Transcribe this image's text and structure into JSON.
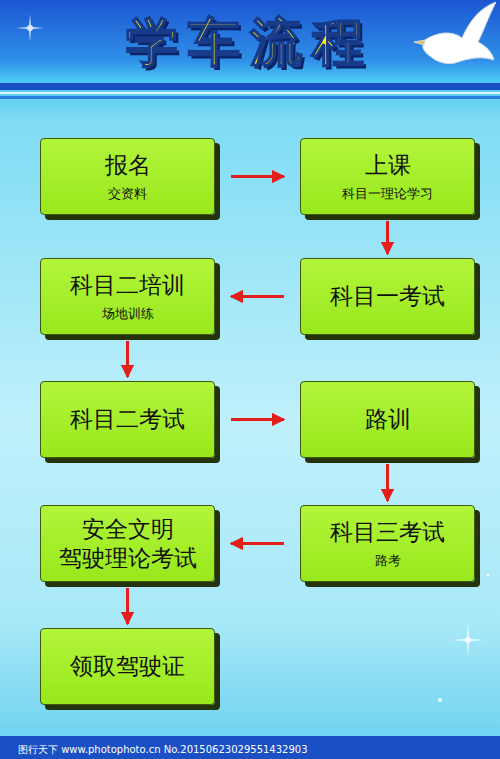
{
  "diagram": {
    "title": "学车流程",
    "nodes": [
      {
        "text": [
          "报名",
          "交资料"
        ]
      },
      {
        "text": [
          "上课",
          "科目一理论学习"
        ]
      },
      {
        "text": [
          "科目二培训",
          "场地训练"
        ]
      },
      {
        "text": [
          "科目一考试"
        ]
      },
      {
        "text": [
          "科目二考试"
        ]
      },
      {
        "text": [
          "路训"
        ]
      },
      {
        "text": [
          "安全文明 驾驶理论考试"
        ]
      },
      {
        "text": [
          "科目三考试",
          "路考"
        ]
      },
      {
        "text": [
          "领取驾驶证"
        ]
      }
    ],
    "edges": [
      {
        "from": 0,
        "to": 1,
        "arrow": "to"
      },
      {
        "from": 1,
        "to": 3,
        "arrow": "to"
      },
      {
        "from": 3,
        "to": 2,
        "arrow": "to"
      },
      {
        "from": 2,
        "to": 4,
        "arrow": "to"
      },
      {
        "from": 4,
        "to": 5,
        "arrow": "to"
      },
      {
        "from": 5,
        "to": 7,
        "arrow": "to"
      },
      {
        "from": 7,
        "to": 6,
        "arrow": "to"
      },
      {
        "from": 6,
        "to": 8,
        "arrow": "to"
      }
    ],
    "labels": [
      "图行天下 www.photophoto.cn No.20150623029551432903"
    ]
  }
}
